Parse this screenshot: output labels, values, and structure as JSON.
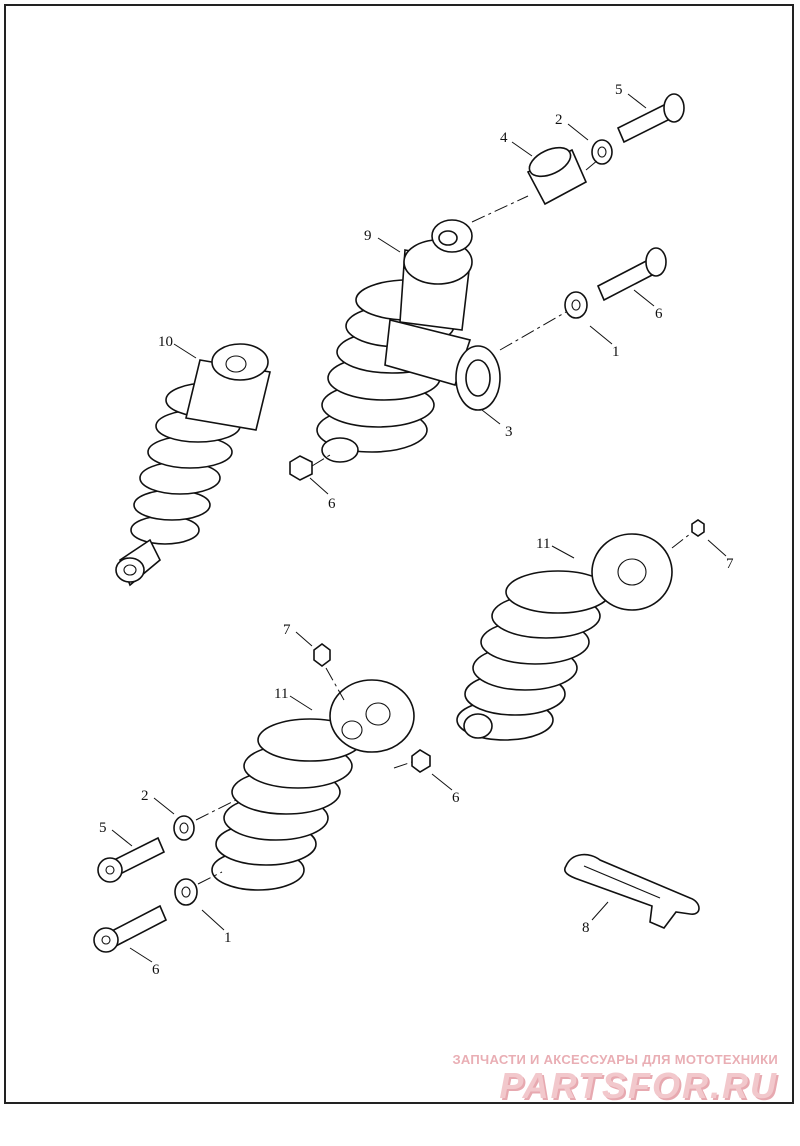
{
  "diagram": {
    "callouts": {
      "top_5": "5",
      "top_2": "2",
      "top_4": "4",
      "top_9": "9",
      "top_6_bolt": "6",
      "top_1": "1",
      "top_3": "3",
      "top_6_nut": "6",
      "left_10": "10",
      "right_11": "11",
      "right_7": "7",
      "mid_7": "7",
      "mid_11": "11",
      "mid_6_nut": "6",
      "low_2": "2",
      "low_5": "5",
      "low_1": "1",
      "low_6": "6",
      "tool_8": "8"
    }
  },
  "watermark": {
    "line1": "ЗАПЧАСТИ И АКСЕССУАРЫ ДЛЯ МОТОТЕХНИКИ",
    "line2": "PARTSFOR.RU"
  },
  "colors": {
    "ink": "#111111",
    "watermark": "#f2c8cc",
    "background": "#ffffff"
  }
}
